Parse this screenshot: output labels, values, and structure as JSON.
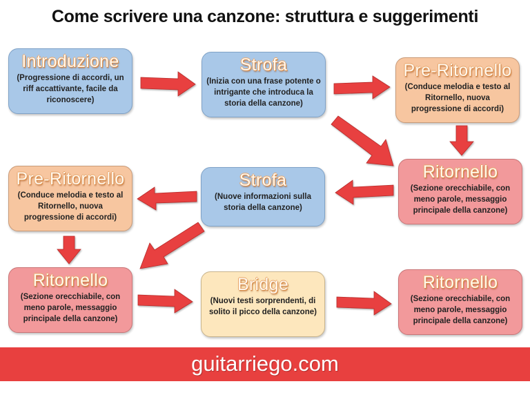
{
  "title": "Come scrivere una canzone: struttura e suggerimenti",
  "colors": {
    "blue_box": "#a9c8e8",
    "peach_box": "#f7c6a0",
    "pink_box": "#f2999b",
    "yellow_box": "#fde7bd",
    "arrow": "#e8403f",
    "footer": "#e8403f"
  },
  "boxes": {
    "intro": {
      "heading": "Introduzione",
      "desc": "(Progressione di accordi, un riff accattivante, facile da riconoscere)"
    },
    "strofa1": {
      "heading": "Strofa",
      "desc": "(Inizia con una frase potente o intrigante che introduca la storia della canzone)"
    },
    "preritornello1": {
      "heading": "Pre-Ritornello",
      "desc": "(Conduce melodia e testo al Ritornello, nuova progressione di accordi)"
    },
    "ritornello1": {
      "heading": "Ritornello",
      "desc": "(Sezione orecchiabile, con meno parole, messaggio principale della canzone)"
    },
    "strofa2": {
      "heading": "Strofa",
      "desc": "(Nuove informazioni sulla storia della canzone)"
    },
    "preritornello2": {
      "heading": "Pre-Ritornello",
      "desc": "(Conduce melodia e testo al Ritornello, nuova progressione di accordi)"
    },
    "ritornello2": {
      "heading": "Ritornello",
      "desc": "(Sezione orecchiabile, con meno parole, messaggio principale della canzone)"
    },
    "bridge": {
      "heading": "Bridge",
      "desc": "(Nuovi testi sorprendenti, di solito il picco della canzone)"
    },
    "ritornello3": {
      "heading": "Ritornello",
      "desc": "(Sezione orecchiabile, con meno parole, messaggio principale della canzone)"
    }
  },
  "flow": [
    "intro -> strofa1",
    "strofa1 -> preritornello1",
    "strofa1 -> ritornello1",
    "preritornello1 -> ritornello1",
    "ritornello1 -> strofa2",
    "strofa2 -> preritornello2",
    "strofa2 -> ritornello2",
    "preritornello2 -> ritornello2",
    "ritornello2 -> bridge",
    "bridge -> ritornello3"
  ],
  "footer": {
    "text": "guitarriego.com"
  }
}
